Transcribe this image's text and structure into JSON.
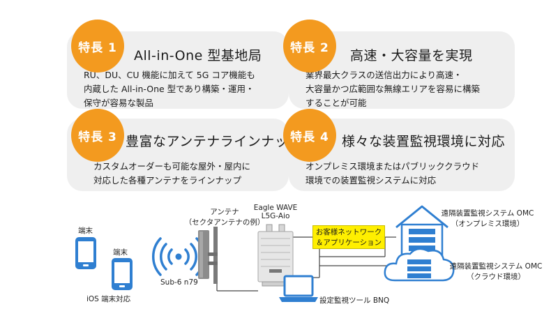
{
  "features": [
    {
      "badge": "特長 1",
      "title": "All-in-One 型基地局",
      "lines": [
        "RU、DU、CU 機能に加えて 5G コア機能も",
        "内蔵した All-in-One 型であり構築・運用・",
        "保守が容易な製品"
      ]
    },
    {
      "badge": "特長 2",
      "title": "高速・大容量を実現",
      "lines": [
        "業界最大クラスの送信出力により高速・",
        "大容量かつ広範囲な無線エリアを容易に構築",
        "することが可能"
      ]
    },
    {
      "badge": "特長 3",
      "title": "豊富なアンテナラインナップ",
      "lines": [
        "カスタムオーダーも可能な屋外・屋内に",
        "対応した各種アンテナをラインナップ"
      ]
    },
    {
      "badge": "特長 4",
      "title": "様々な装置監視環境に対応",
      "lines": [
        "オンプレミス環境またはパブリッククラウド",
        "環境での装置監視システムに対応"
      ]
    }
  ],
  "diagram": {
    "terminal1": "端末",
    "terminal2": "端末",
    "ios_support": "iOS 端末対応",
    "sub6": "Sub-6 n79",
    "antenna_title": "アンテナ",
    "antenna_sub": "（セクタアンテナの例）",
    "device_name_1": "Eagle WAVE",
    "device_name_2": "L5G-Aio",
    "network_1": "お客様ネットワーク",
    "network_2": "＆アプリケーション",
    "tool": "設定監視ツール BNQ",
    "omc_onprem_1": "遠隔装置監視システム OMC",
    "omc_onprem_2": "（オンプレミス環境）",
    "omc_cloud_1": "遠隔装置監視システム OMC",
    "omc_cloud_2": "（クラウド環境）",
    "colors": {
      "accent": "#f39a1f",
      "blue": "#2f7fd1",
      "yellow": "#ffef00",
      "card": "#efefef"
    }
  }
}
